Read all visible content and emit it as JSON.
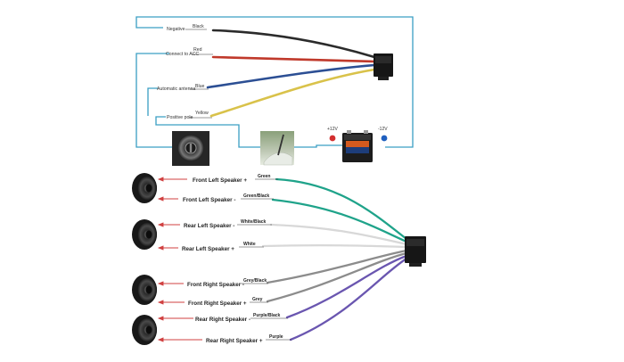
{
  "power": {
    "negative": "Negative",
    "connect_acc": "Connect to ACC",
    "auto_antenna": "Automatic antenna",
    "positive_pole": "Positive pole",
    "wires": {
      "black": "Black",
      "red": "Red",
      "blue": "Blue",
      "yellow": "Yellow"
    },
    "battery_pos": "+12V",
    "battery_neg": "-12V"
  },
  "speakers": {
    "front_left_plus": "Front Left Speaker +",
    "front_left_minus": "Front Left Speaker -",
    "rear_left_minus": "Rear Left Speaker -",
    "rear_left_plus": "Rear Left Speaker +",
    "front_right_minus": "Front Right Speaker -",
    "front_right_plus": "Front Right Speaker +",
    "rear_right_minus": "Rear Right Speaker -",
    "rear_right_plus": "Rear Right Speaker +",
    "wires": {
      "green": "Green",
      "green_black": "Green/Black",
      "white_black": "White/Black",
      "white": "White",
      "grey_black": "Grey/Black",
      "grey": "Grey",
      "purple_black": "Purple/Black",
      "purple": "Purple"
    }
  },
  "colors": {
    "frame": "#3a9fc4",
    "black_wire": "#2b2b2b",
    "red_wire": "#c0392b",
    "blue_wire": "#2c4f94",
    "yellow_wire": "#d9c24a",
    "green_wire": "#1fa38a",
    "white_wire": "#d8d8d8",
    "grey_wire": "#8c8c8c",
    "purple_wire": "#6a56b0",
    "battery_pos": "#d32f2f",
    "battery_neg": "#1f5fbf"
  },
  "icons": {
    "ignition": "ignition-key-icon",
    "antenna": "car-antenna-icon",
    "battery": "car-battery-icon",
    "speaker": "speaker-icon",
    "connector": "wiring-connector-icon"
  }
}
